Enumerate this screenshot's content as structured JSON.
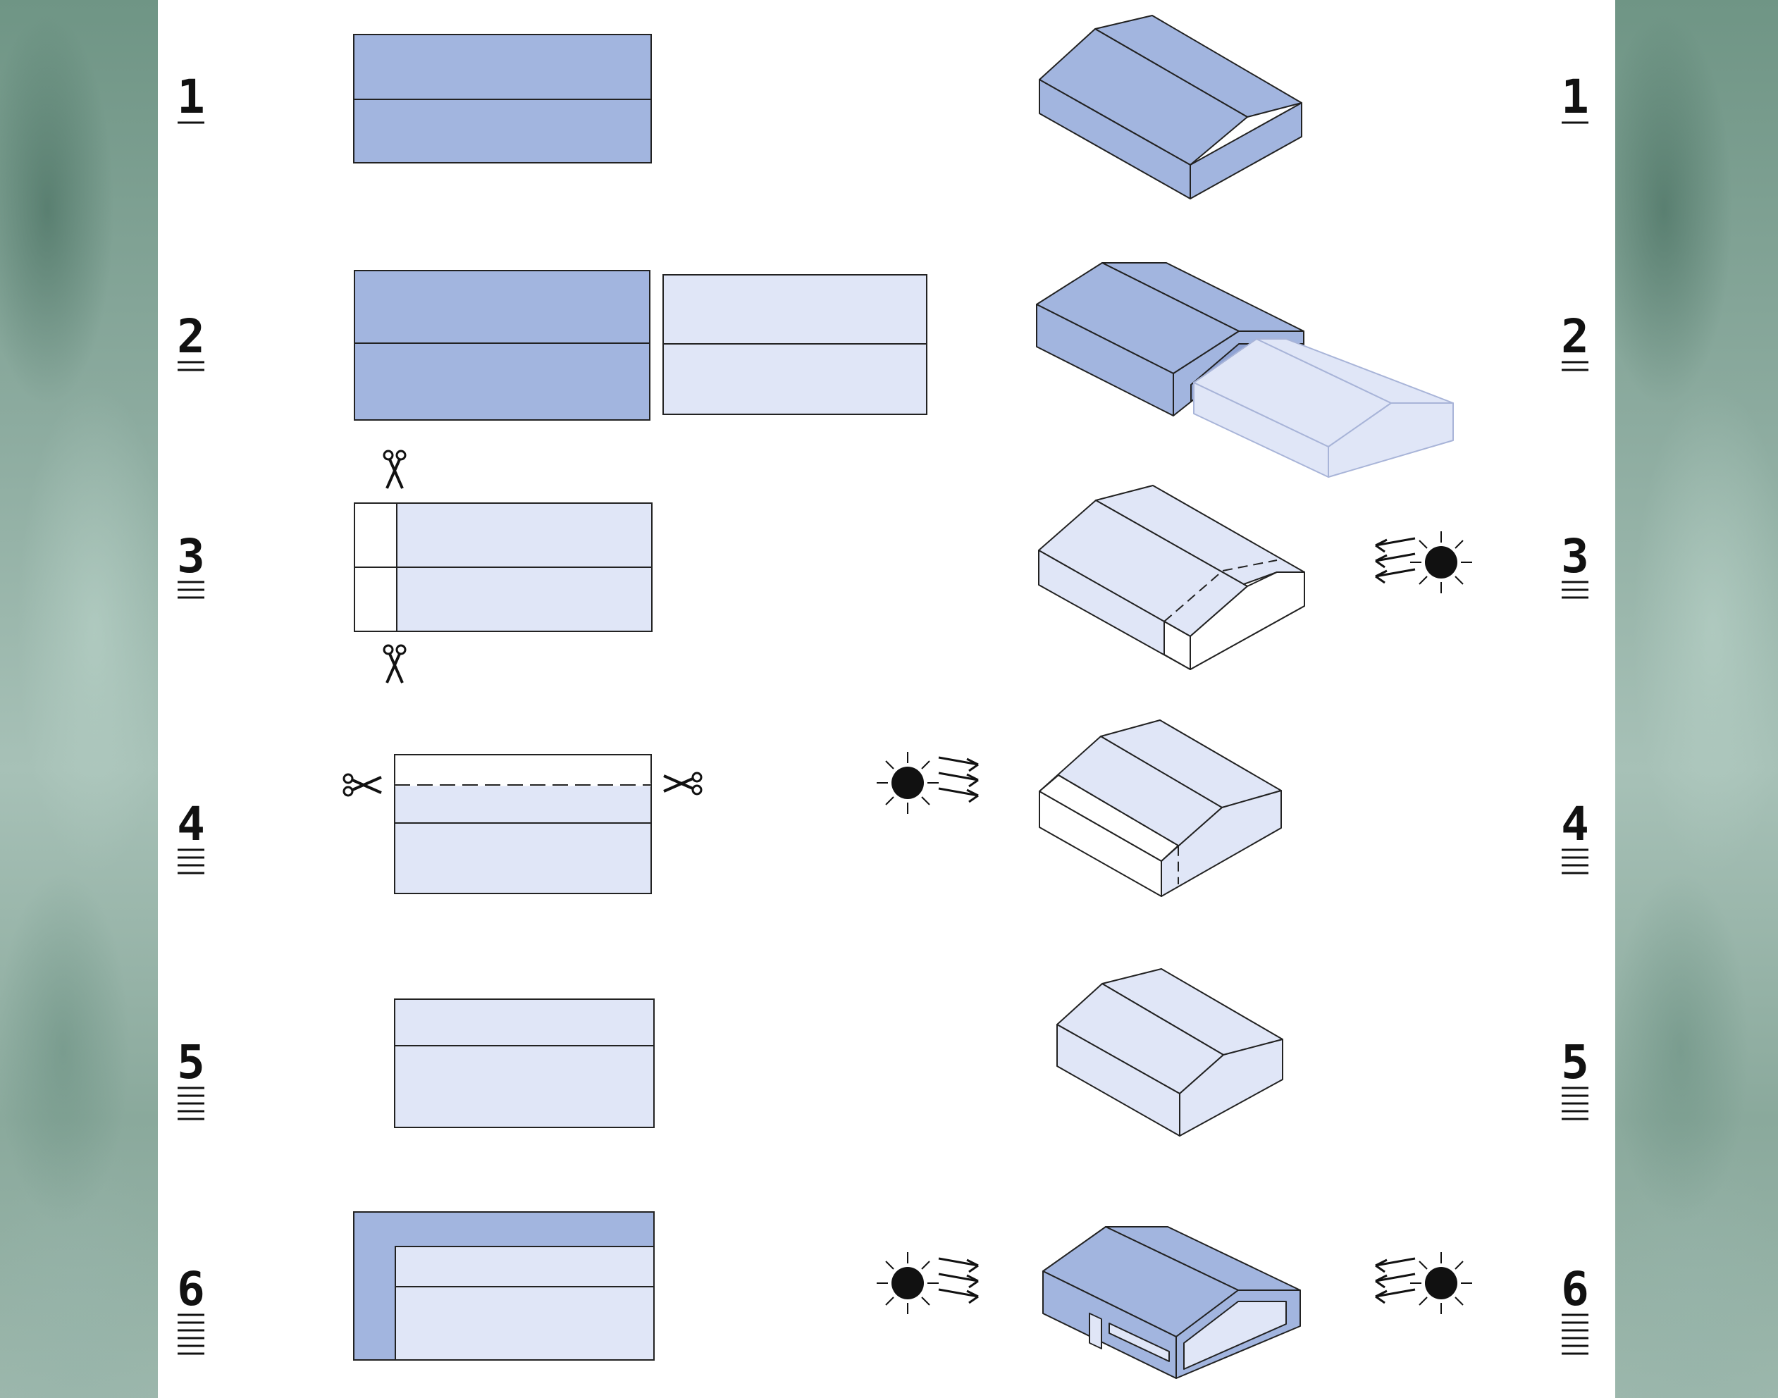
{
  "steps": [
    {
      "number": "1",
      "left_text": "1",
      "right_text": "1",
      "tick_count": 1
    },
    {
      "number": "2",
      "left_text": "2",
      "right_text": "2",
      "tick_count": 2
    },
    {
      "number": "3",
      "left_text": "3",
      "right_text": "3",
      "tick_count": 3
    },
    {
      "number": "4",
      "left_text": "4",
      "right_text": "4",
      "tick_count": 4
    },
    {
      "number": "5",
      "left_text": "5",
      "right_text": "5",
      "tick_count": 5
    },
    {
      "number": "6",
      "left_text": "6",
      "right_text": "6",
      "tick_count": 6
    }
  ],
  "colors": {
    "dark_blue": "#a2b5df",
    "light_blue": "#e0e6f7",
    "stroke": "#222222",
    "sun": "#111111"
  },
  "icons": [
    "scissors-icon",
    "sun-icon",
    "arrow-icon",
    "window-icon",
    "door-icon"
  ]
}
